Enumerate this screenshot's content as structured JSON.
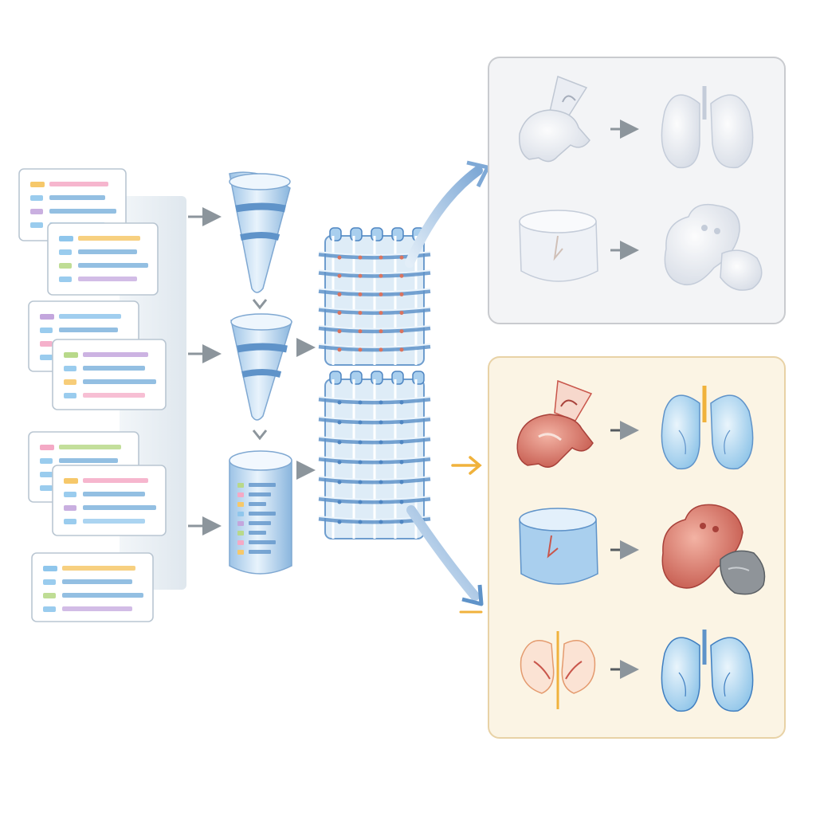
{
  "colors": {
    "background": "#ffffff",
    "glass_blue": "#bcd6ee",
    "glass_blue_dark": "#6f9fd0",
    "arrow_gray": "#8c959c",
    "panel_gray_fill": "#f3f4f6",
    "panel_gray_border": "#c9cbcf",
    "panel_cream_fill": "#fbf4e4",
    "panel_cream_border": "#e8d2a6",
    "accent_yellow": "#f0b23c",
    "organ_red": "#c9564b",
    "organ_blue": "#79b6e0"
  },
  "diagram": {
    "stages": [
      "record-cards",
      "filter-funnels",
      "database-cylinder",
      "neural-grid",
      "outcome-panels"
    ],
    "record_card_stripe_colors": [
      "#b8d98a",
      "#f4a9c5",
      "#f6c86a",
      "#8fc6ec",
      "#c3a6dd"
    ],
    "icons": [
      "document-card-icon",
      "funnel-icon",
      "database-icon",
      "network-grid-icon",
      "hand-icon",
      "lungs-icon",
      "bowl-icon",
      "heart-icon",
      "kidney-icon",
      "pancreas-icon"
    ],
    "upper_panel_state": "faded",
    "lower_panel_state": "highlighted"
  }
}
